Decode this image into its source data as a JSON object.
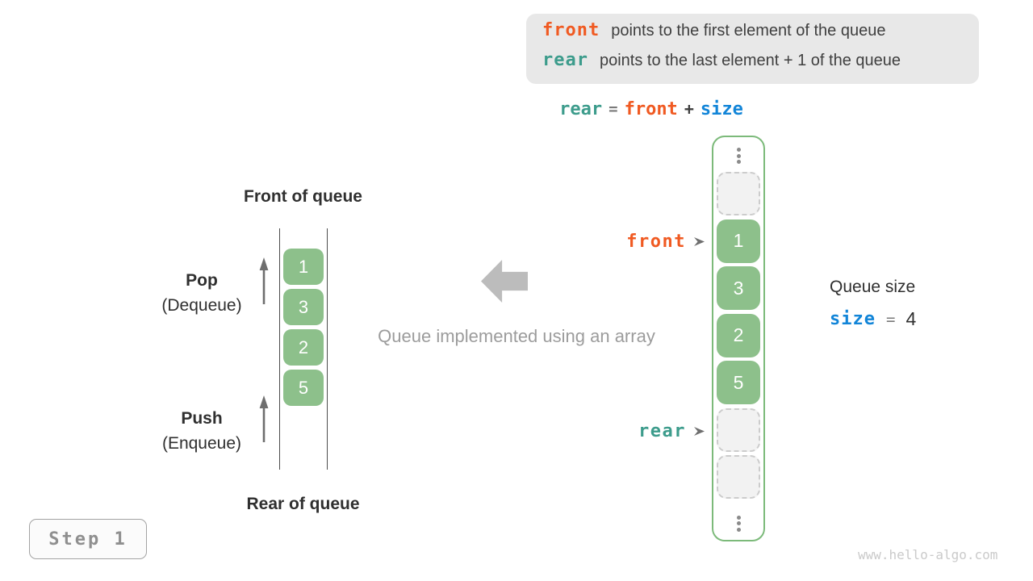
{
  "colors": {
    "orange": "#F05A22",
    "teal": "#3D9C8C",
    "blue": "#1285D8",
    "green": "#8DC08B",
    "greenBorder": "#7CBA7A",
    "legendBg": "#E8E8E8",
    "darkText": "#3F3F3F",
    "blockArrow": "#BCBCBC"
  },
  "legend": {
    "line1": {
      "keyword": "front",
      "text": "points to the first element of the queue"
    },
    "line2": {
      "keyword": "rear",
      "text": "points to the last element + 1 of the queue"
    }
  },
  "formula": {
    "lhs": "rear",
    "eq": "=",
    "op1": "front",
    "plus": "+",
    "op2": "size"
  },
  "left_queue": {
    "front_label": "Front of queue",
    "rear_label": "Rear of queue",
    "pop_label": "Pop",
    "pop_sub": "(Dequeue)",
    "push_label": "Push",
    "push_sub": "(Enqueue)",
    "values": [
      "1",
      "3",
      "2",
      "5"
    ]
  },
  "center": {
    "caption": "Queue implemented using an array"
  },
  "right_array": {
    "front_pointer": "front",
    "rear_pointer": "rear",
    "cells": [
      {
        "type": "dots"
      },
      {
        "type": "empty"
      },
      {
        "type": "value",
        "value": "1"
      },
      {
        "type": "value",
        "value": "3"
      },
      {
        "type": "value",
        "value": "2"
      },
      {
        "type": "value",
        "value": "5"
      },
      {
        "type": "empty"
      },
      {
        "type": "empty"
      },
      {
        "type": "dots"
      }
    ]
  },
  "queue_size": {
    "title": "Queue size",
    "var": "size",
    "eq": "=",
    "value": "4"
  },
  "step_badge": "Step 1",
  "watermark": "www.hello-algo.com",
  "icons": {
    "pointer": "arrowhead-right",
    "pop": "arrow-up",
    "push": "arrow-up",
    "flow": "block-arrow-left",
    "ellipsis": "vertical-ellipsis"
  }
}
